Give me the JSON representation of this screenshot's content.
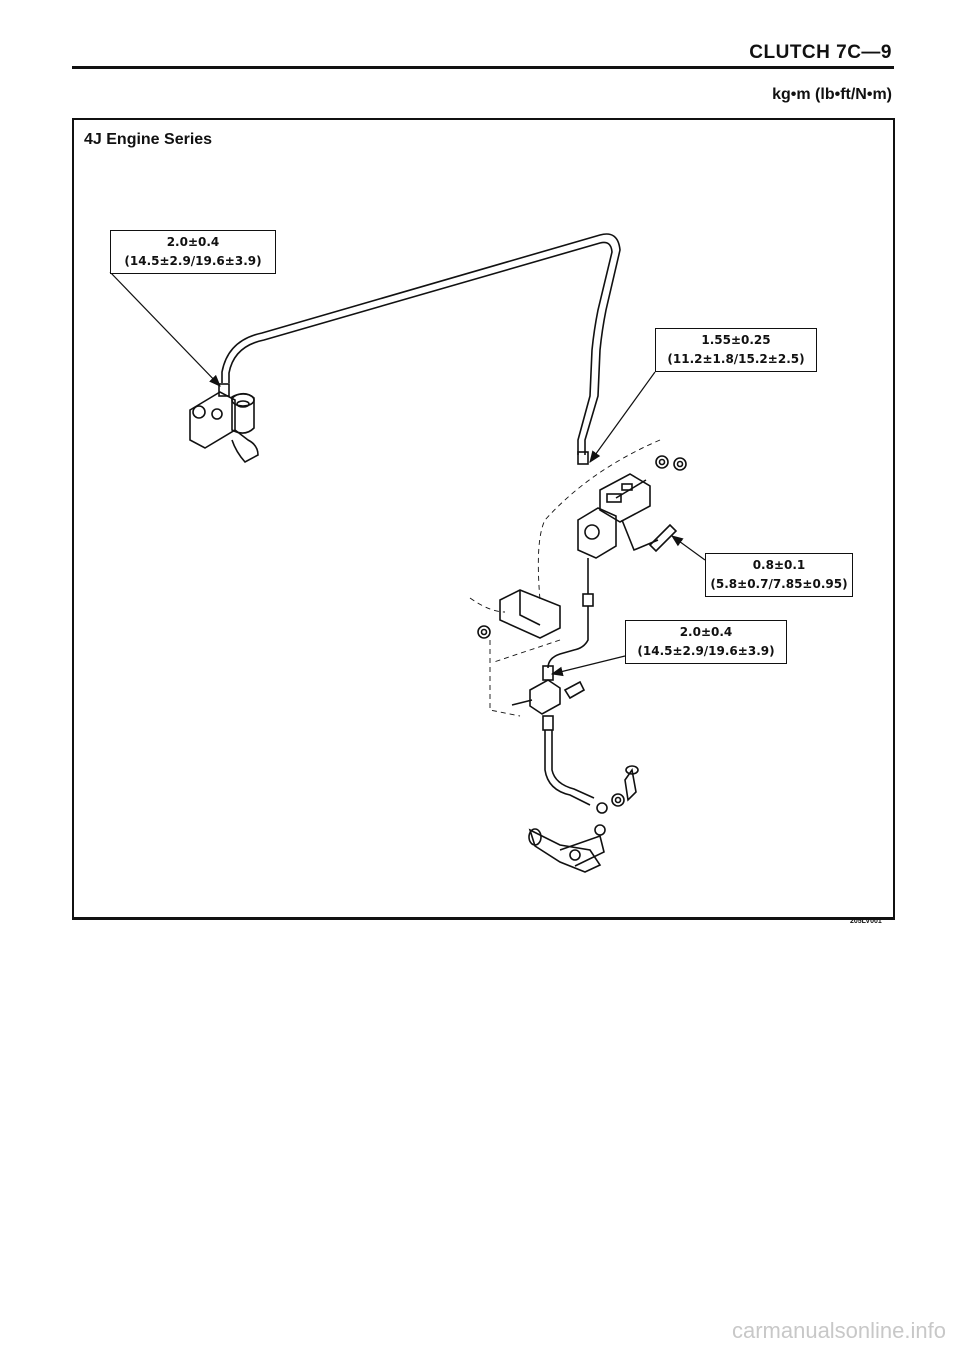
{
  "header": {
    "title": "CLUTCH 7C—9",
    "units": "kg•m (lb•ft/N•m)"
  },
  "diagram": {
    "title": "4J Engine Series",
    "specs": [
      {
        "line1": "2.0±0.4",
        "line2": "(14.5±2.9/19.6±3.9)"
      },
      {
        "line1": "1.55±0.25",
        "line2": "(11.2±1.8/15.2±2.5)"
      },
      {
        "line1": "0.8±0.1",
        "line2": "(5.8±0.7/7.85±0.95)"
      },
      {
        "line1": "2.0±0.4",
        "line2": "(14.5±2.9/19.6±3.9)"
      }
    ],
    "figure_code": "205LV001"
  },
  "watermark": "carmanualsonline.info"
}
